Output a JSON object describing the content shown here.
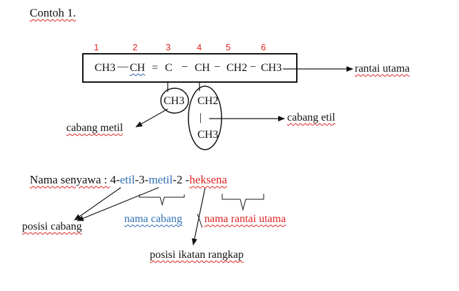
{
  "heading": "Contoh 1.",
  "numbers": [
    "1",
    "2",
    "3",
    "4",
    "5",
    "6"
  ],
  "chain": {
    "c1": "CH3",
    "bond1": "—",
    "c2": "CH",
    "bond2": "=",
    "c3": "C",
    "bond3": "−",
    "c4": "CH",
    "bond4": "−",
    "c5": "CH2",
    "bond5": "−",
    "c6": "CH3"
  },
  "branches": {
    "methyl": "CH3",
    "ethyl_top": "CH2",
    "ethyl_bar": "|",
    "ethyl_bottom": "CH3"
  },
  "labels": {
    "main_chain": "rantai utama",
    "methyl_branch": "cabang metil",
    "ethyl_branch": "cabang etil"
  },
  "name": {
    "prefix": "Nama senyawa : ",
    "p1": "4-",
    "etil": "etil",
    "p2": "-3-",
    "metil": "metil",
    "p3": "-2 -",
    "heksena": "heksena"
  },
  "bottom_labels": {
    "branch_position": "posisi cabang",
    "branch_name": "nama cabang",
    "main_chain_name": "nama rantai utama",
    "double_bond_position": "posisi ikatan rangkap"
  },
  "colors": {
    "red": "#e02020",
    "blue": "#2e6fb3"
  }
}
